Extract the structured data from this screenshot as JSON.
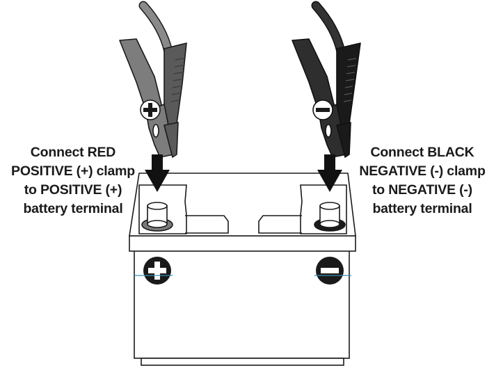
{
  "captions": {
    "positive": [
      "Connect RED",
      "POSITIVE (+) clamp",
      "to POSITIVE (+)",
      "battery terminal"
    ],
    "negative": [
      "Connect BLACK",
      "NEGATIVE (-) clamp",
      "to NEGATIVE (-)",
      "battery terminal"
    ]
  },
  "colors": {
    "red_clamp": "#7d7d7d",
    "red_clamp_dark": "#5a5a5a",
    "black_clamp": "#2e2e2e",
    "black_clamp_dark": "#1a1a1a",
    "red_cable": "#8a8a8a",
    "black_cable": "#333333",
    "arrow": "#111111",
    "outline": "#1a1a1a",
    "marker_line": "#3a8fb7"
  },
  "icons": {
    "positive_symbol": "plus-icon",
    "negative_symbol": "minus-icon",
    "arrow": "arrow-down-icon"
  }
}
